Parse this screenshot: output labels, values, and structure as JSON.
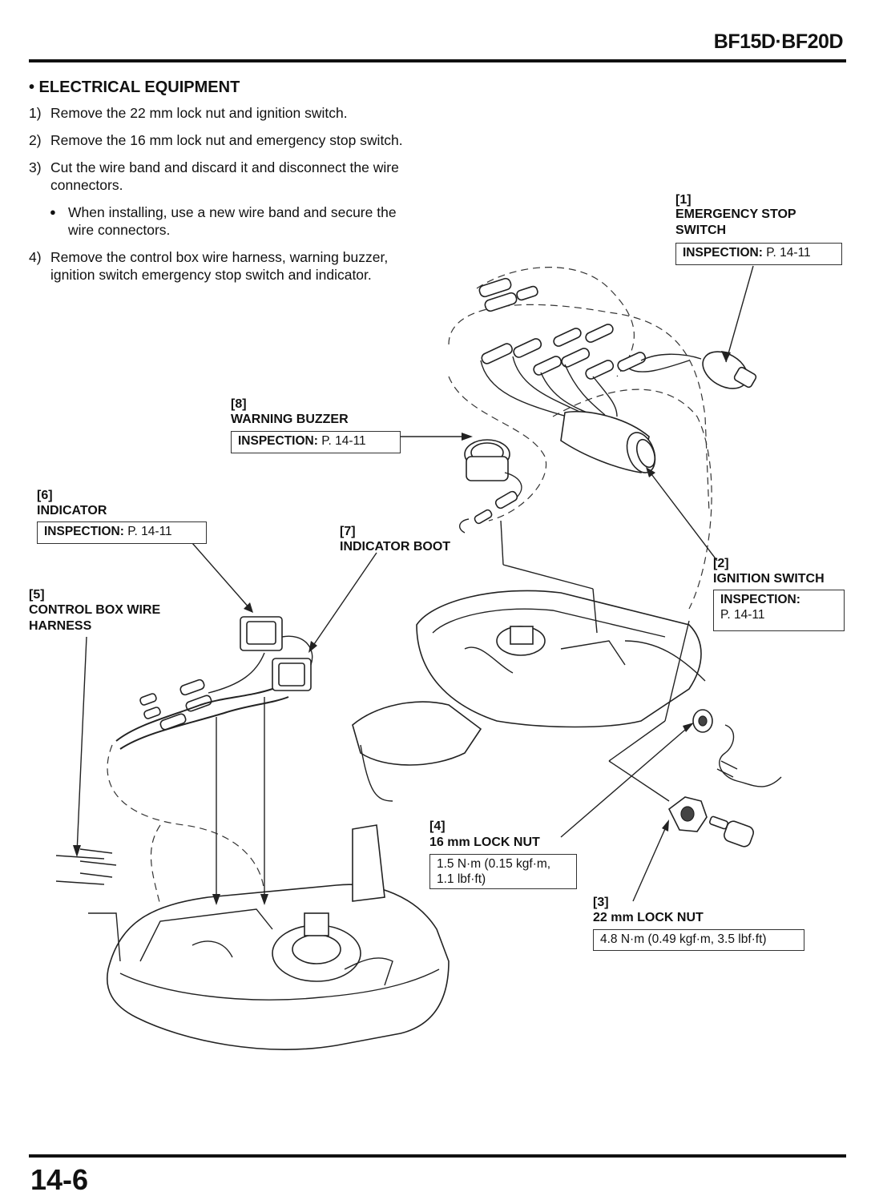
{
  "header": {
    "model": "BF15D·BF20D",
    "page_number": "14-6"
  },
  "section": {
    "title": "• ELECTRICAL EQUIPMENT"
  },
  "steps": [
    {
      "num": "1)",
      "text": "Remove the 22 mm lock nut and ignition switch."
    },
    {
      "num": "2)",
      "text": "Remove the 16 mm lock nut and emergency stop switch."
    },
    {
      "num": "3)",
      "text_line1": "Cut the wire band and discard it and disconnect the wire",
      "text_line2": "connectors."
    },
    {
      "num": "4)",
      "text_line1": "Remove the control box wire harness, warning buzzer,",
      "text_line2": "ignition switch emergency stop switch and indicator."
    }
  ],
  "note": {
    "line1": "When installing, use a new wire band and secure the",
    "line2": "wire connectors."
  },
  "callouts": {
    "c1": {
      "num": "[1]",
      "name_line1": "EMERGENCY STOP",
      "name_line2": "SWITCH",
      "box_label": "INSPECTION:",
      "box_value": "P. 14-11"
    },
    "c2": {
      "num": "[2]",
      "name": "IGNITION SWITCH",
      "box_label": "INSPECTION:",
      "box_value": "P. 14-11"
    },
    "c3": {
      "num": "[3]",
      "name": "22 mm LOCK NUT",
      "box_value": "4.8 N·m (0.49 kgf·m, 3.5 lbf·ft)"
    },
    "c4": {
      "num": "[4]",
      "name": "16 mm LOCK NUT",
      "box_line1": "1.5 N·m (0.15 kgf·m,",
      "box_line2": "1.1 lbf·ft)"
    },
    "c5": {
      "num": "[5]",
      "name_line1": "CONTROL BOX WIRE",
      "name_line2": "HARNESS"
    },
    "c6": {
      "num": "[6]",
      "name": "INDICATOR",
      "box_label": "INSPECTION:",
      "box_value": "P. 14-11"
    },
    "c7": {
      "num": "[7]",
      "name": "INDICATOR BOOT"
    },
    "c8": {
      "num": "[8]",
      "name": "WARNING BUZZER",
      "box_label": "INSPECTION:",
      "box_value": "P. 14-11"
    }
  }
}
